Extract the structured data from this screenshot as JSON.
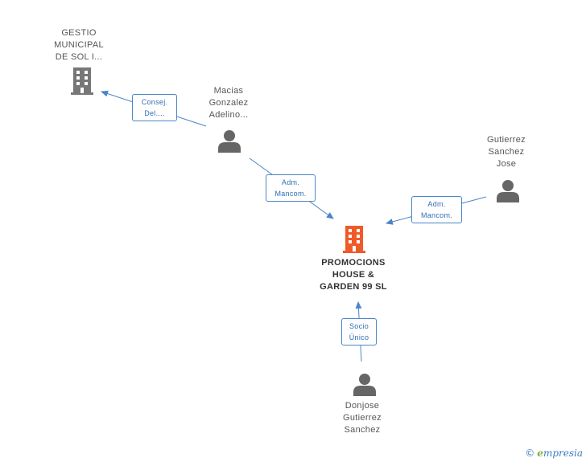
{
  "nodes": {
    "gestio": {
      "lines": [
        "GESTIO",
        "MUNICIPAL",
        "DE SOL I..."
      ],
      "icon": "building-icon",
      "color": "#777777"
    },
    "macias": {
      "lines": [
        "Macias",
        "Gonzalez",
        "Adelino..."
      ],
      "icon": "person-icon",
      "color": "#666666"
    },
    "gutierrez": {
      "lines": [
        "Gutierrez",
        "Sanchez",
        "Jose"
      ],
      "icon": "person-icon",
      "color": "#666666"
    },
    "main": {
      "lines": [
        "PROMOCIONS",
        "HOUSE &",
        "GARDEN 99 SL"
      ],
      "icon": "building-icon",
      "color": "#f05a28"
    },
    "donjose": {
      "lines": [
        "Donjose",
        "Gutierrez",
        "Sanchez"
      ],
      "icon": "person-icon",
      "color": "#666666"
    }
  },
  "edges": {
    "consej": {
      "lines": [
        "Consej.",
        "Del...."
      ]
    },
    "adm1": {
      "lines": [
        "Adm.",
        "Mancom."
      ]
    },
    "adm2": {
      "lines": [
        "Adm.",
        "Mancom."
      ]
    },
    "socio": {
      "lines": [
        "Socio",
        "Único"
      ]
    }
  },
  "colors": {
    "edge": "#4a86c8"
  },
  "brand": {
    "copyright": "©",
    "name_first": "e",
    "name_rest": "mpresia"
  }
}
